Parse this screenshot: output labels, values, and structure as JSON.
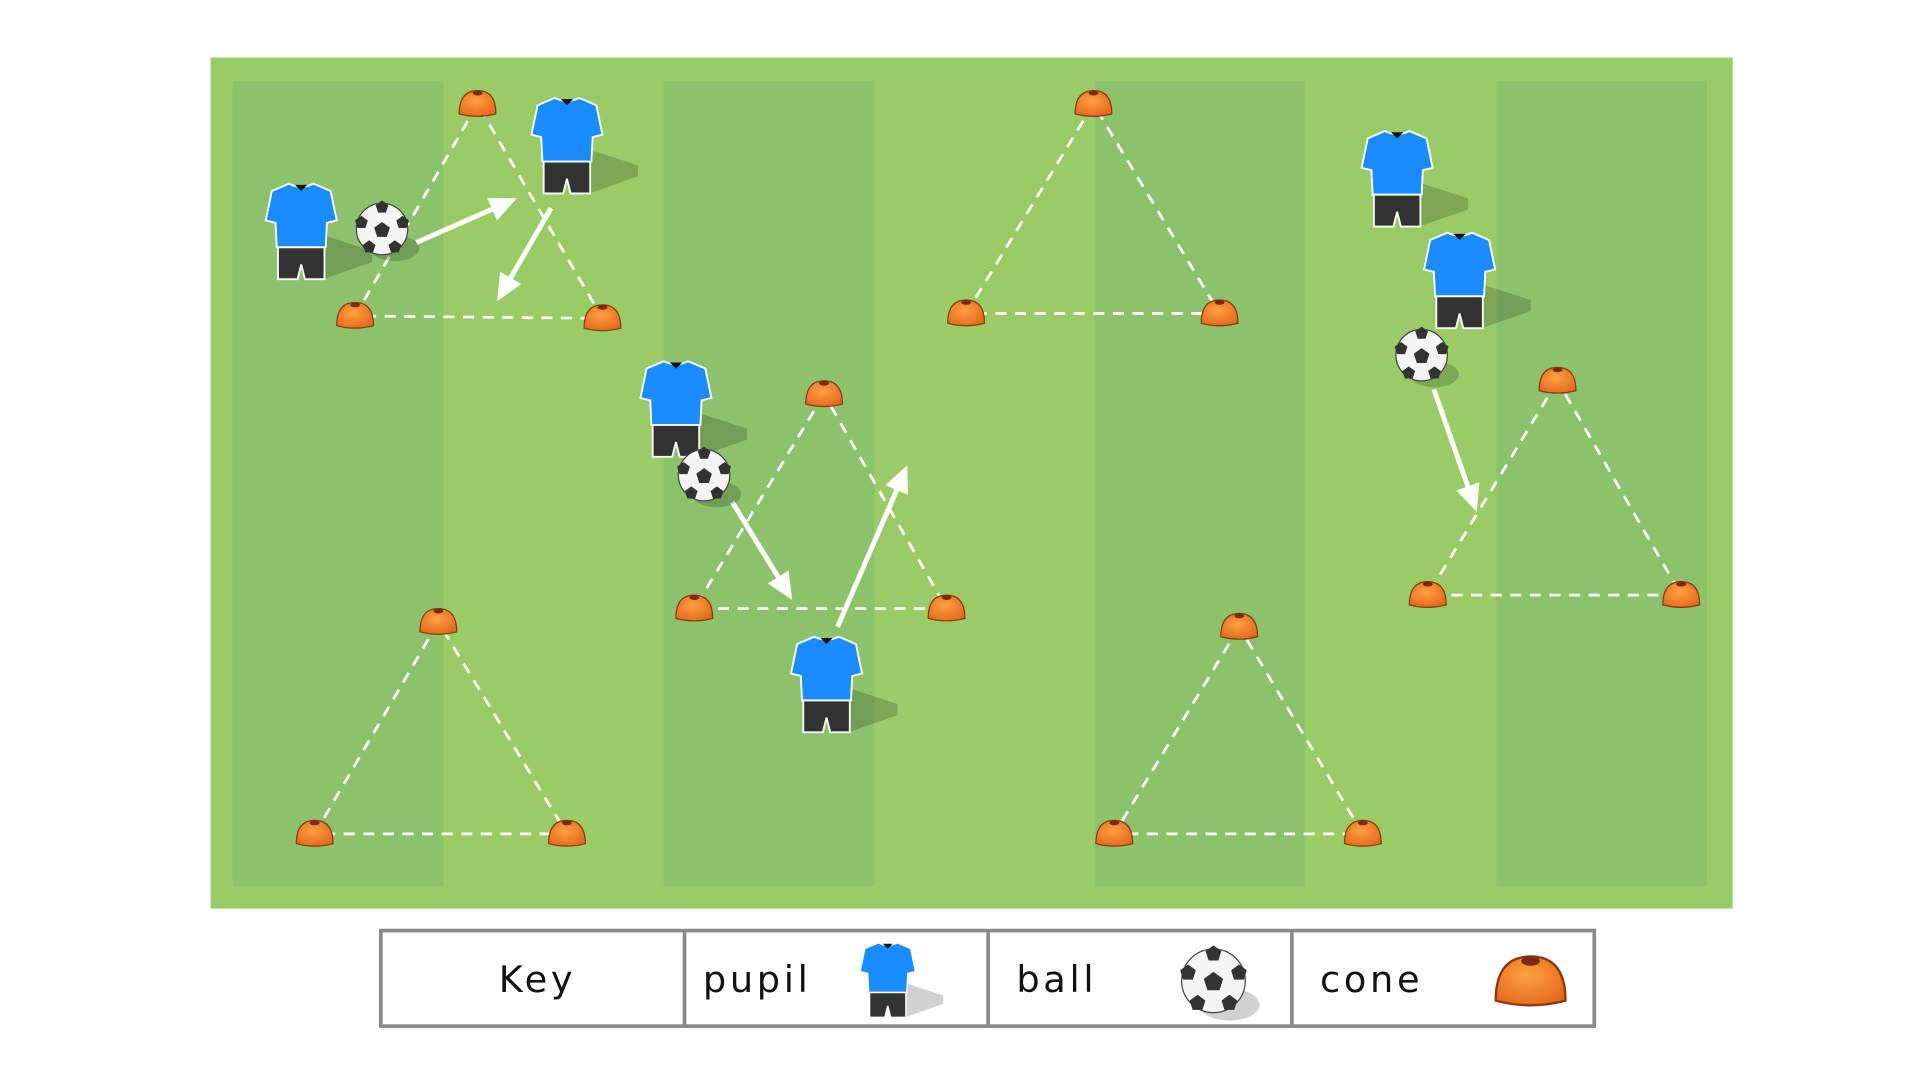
{
  "key": {
    "title": "Key",
    "items": [
      {
        "label": "pupil",
        "icon": "shirt-icon"
      },
      {
        "label": "ball",
        "icon": "football-icon"
      },
      {
        "label": "cone",
        "icon": "cone-icon"
      }
    ]
  },
  "colors": {
    "pitch": "#99cc66",
    "pitch_stripe": "#8bc26b",
    "shirt": "#1a8cff",
    "shorts": "#333333",
    "cone": "#f08a2c",
    "key_border": "#8a8a8a"
  },
  "counts": {
    "pupils": 6,
    "balls": 3,
    "cones": 18,
    "passing_arrows": 5
  }
}
